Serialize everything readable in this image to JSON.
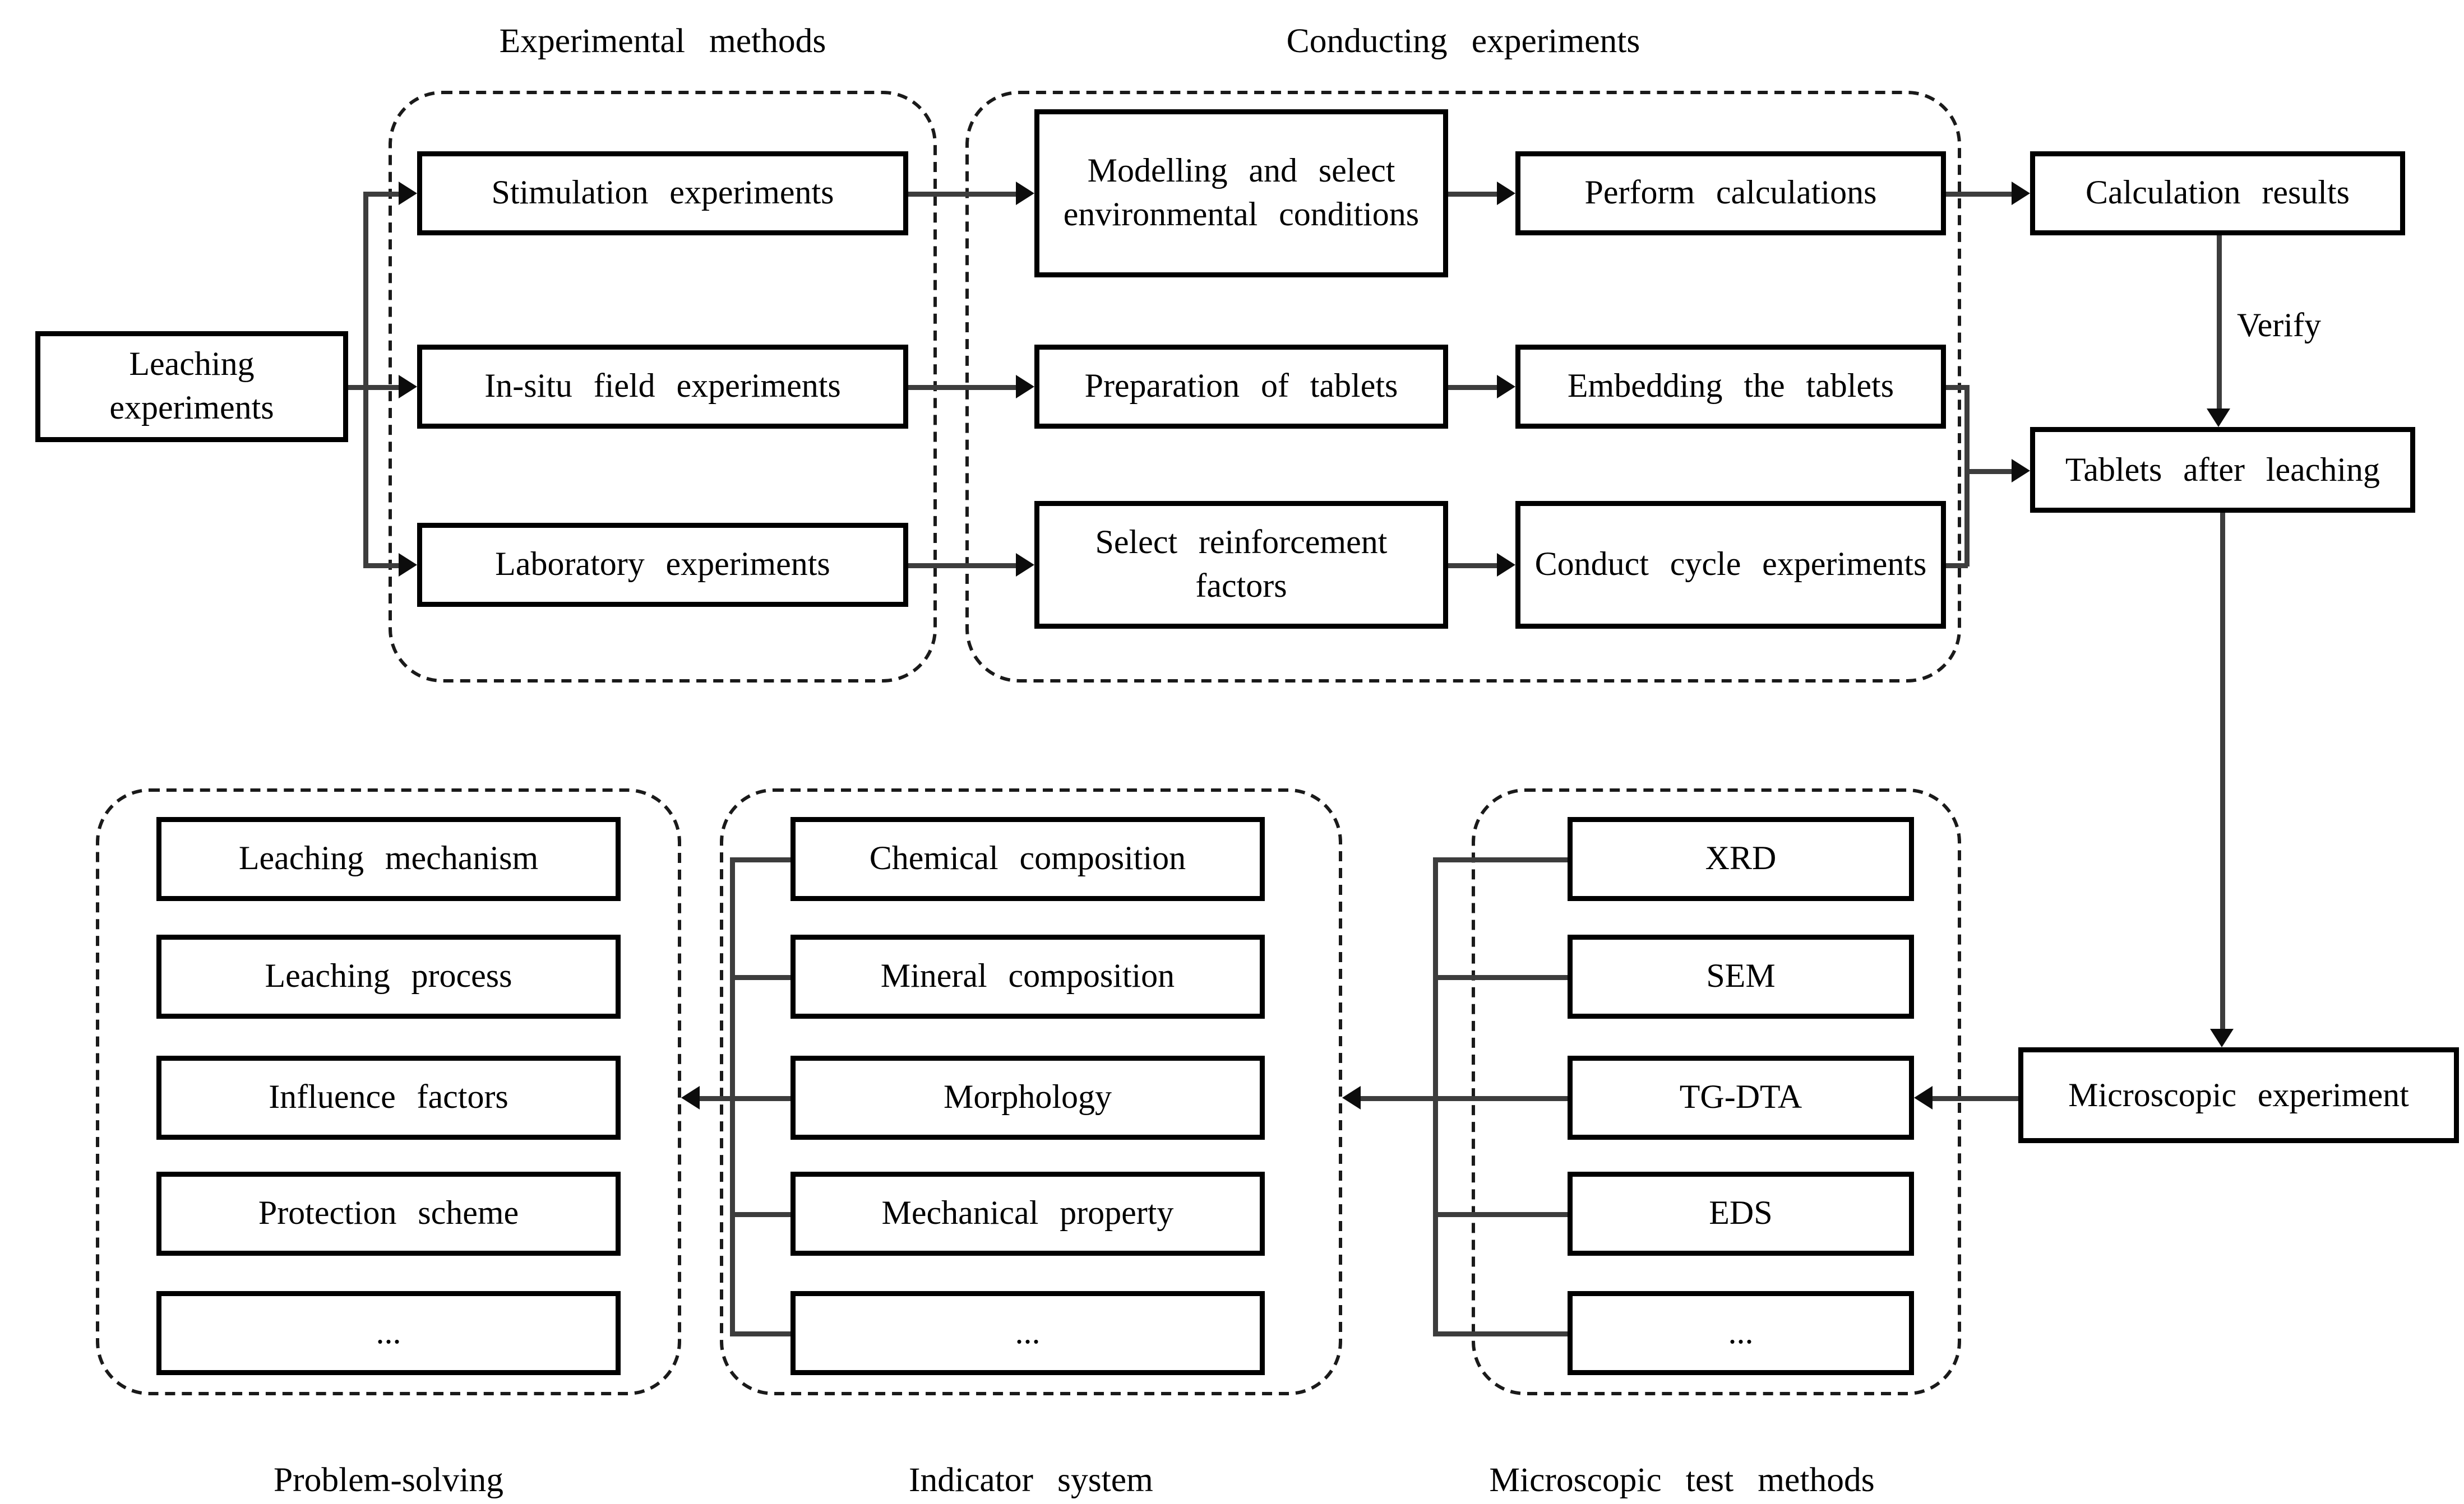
{
  "titles": {
    "experimental": "Experimental methods",
    "conducting": "Conducting experiments"
  },
  "nodes": {
    "leaching": "Leaching experiments",
    "stimulation": "Stimulation experiments",
    "insitu": "In-situ field experiments",
    "laboratory": "Laboratory experiments",
    "modelling": "Modelling and select environmental conditions",
    "perform": "Perform calculations",
    "preparation": "Preparation of tablets",
    "embedding": "Embedding the tablets",
    "select": "Select reinforcement factors",
    "conduct": "Conduct cycle experiments",
    "calc_results": "Calculation results",
    "tablets": "Tablets after leaching",
    "micro_exp": "Microscopic experiment"
  },
  "edge_labels": {
    "verify": "Verify"
  },
  "problem_group": {
    "label": "Problem-solving",
    "items": [
      "Leaching mechanism",
      "Leaching process",
      "Influence factors",
      "Protection scheme",
      "..."
    ]
  },
  "indicator_group": {
    "label": "Indicator system",
    "items": [
      "Chemical composition",
      "Mineral composition",
      "Morphology",
      "Mechanical property",
      "..."
    ]
  },
  "micro_group": {
    "label": "Microscopic test methods",
    "items": [
      "XRD",
      "SEM",
      "TG-DTA",
      "EDS",
      "..."
    ]
  },
  "colors": {
    "line": "#3d3d3d",
    "box_border": "#000000",
    "background": "#ffffff"
  }
}
